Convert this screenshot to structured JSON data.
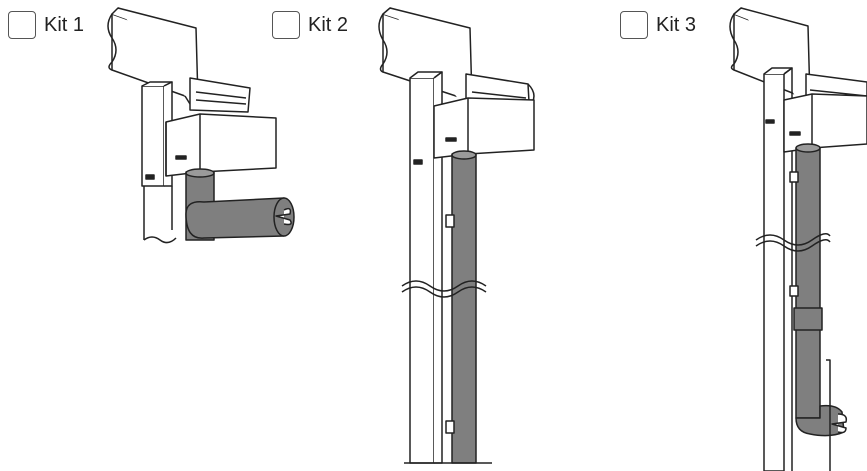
{
  "kits": [
    {
      "label": "Kit 1",
      "checked": false
    },
    {
      "label": "Kit 2",
      "checked": false
    },
    {
      "label": "Kit 3",
      "checked": false
    }
  ],
  "colors": {
    "line": "#222222",
    "hose": "#7f7f7f",
    "bg": "#ffffff"
  },
  "icons": [
    "checkbox-icon",
    "post-mount-illustration",
    "hose-outlet-icon",
    "hose-clip-icon"
  ]
}
